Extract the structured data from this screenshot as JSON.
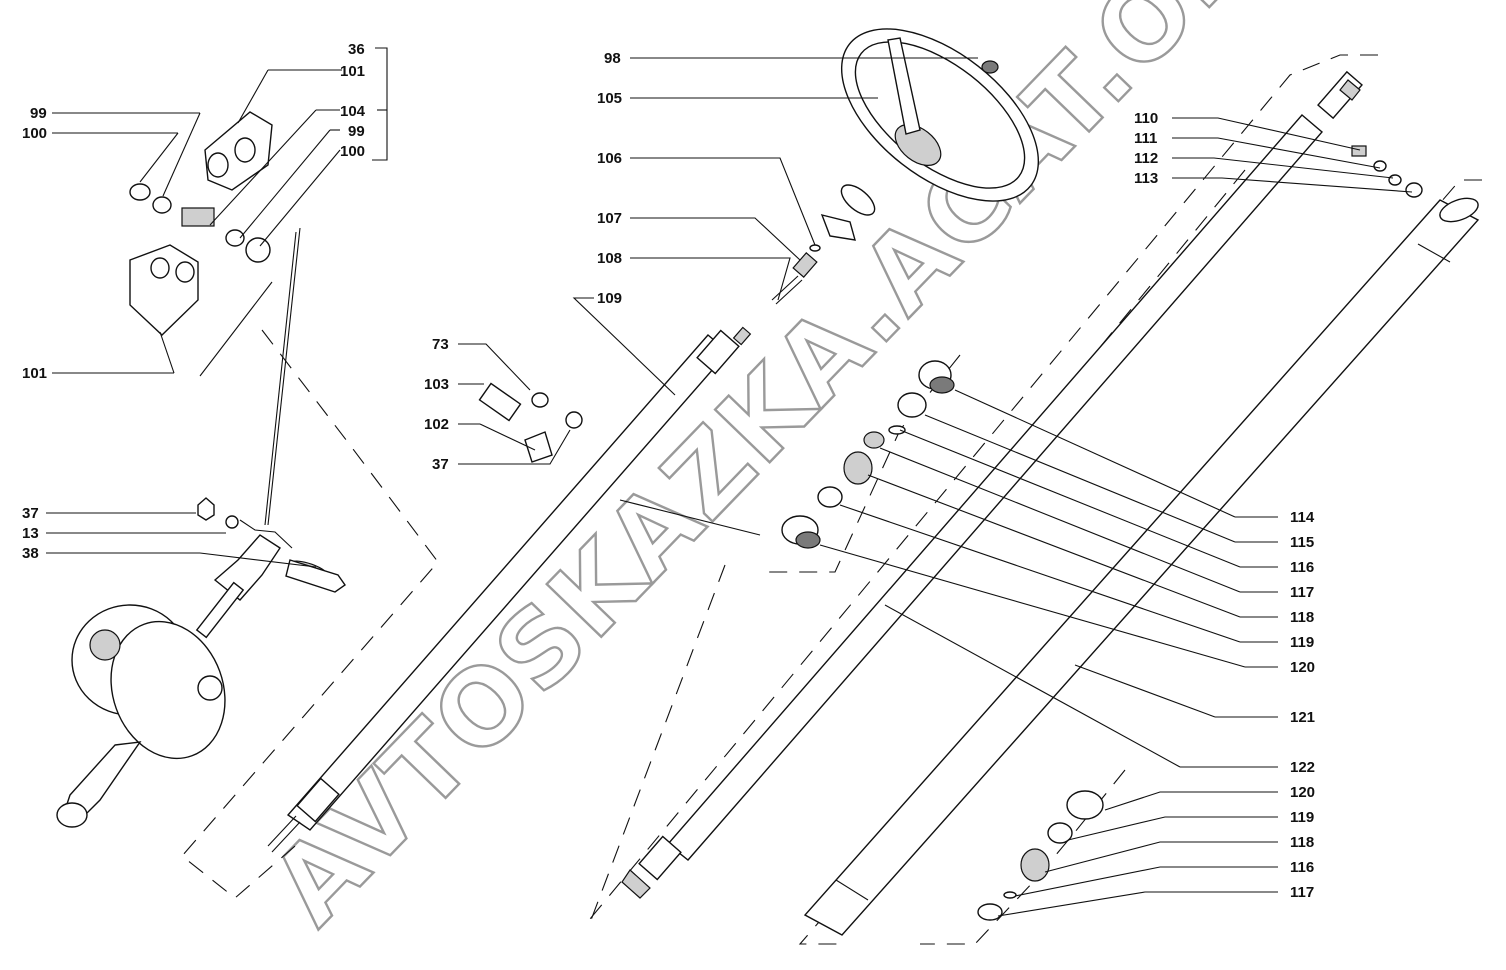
{
  "watermark": {
    "text": "AVTOSKAZKA.ACAT.ONLINE",
    "color": "#9a9a9a"
  },
  "labels": {
    "l36": "36",
    "l101a": "101",
    "l104": "104",
    "l99a": "99",
    "l100a": "100",
    "l99b": "99",
    "l100b": "100",
    "l101b": "101",
    "l37a": "37",
    "l13": "13",
    "l38": "38",
    "l73": "73",
    "l103": "103",
    "l102": "102",
    "l37b": "37",
    "l98": "98",
    "l105": "105",
    "l106": "106",
    "l107": "107",
    "l108": "108",
    "l109": "109",
    "l110": "110",
    "l111": "111",
    "l112": "112",
    "l113": "113",
    "l114": "114",
    "l115": "115",
    "l116a": "116",
    "l117a": "117",
    "l118a": "118",
    "l119a": "119",
    "l120a": "120",
    "l121": "121",
    "l122": "122",
    "l120b": "120",
    "l119b": "119",
    "l118b": "118",
    "l116b": "116",
    "l117b": "117"
  }
}
